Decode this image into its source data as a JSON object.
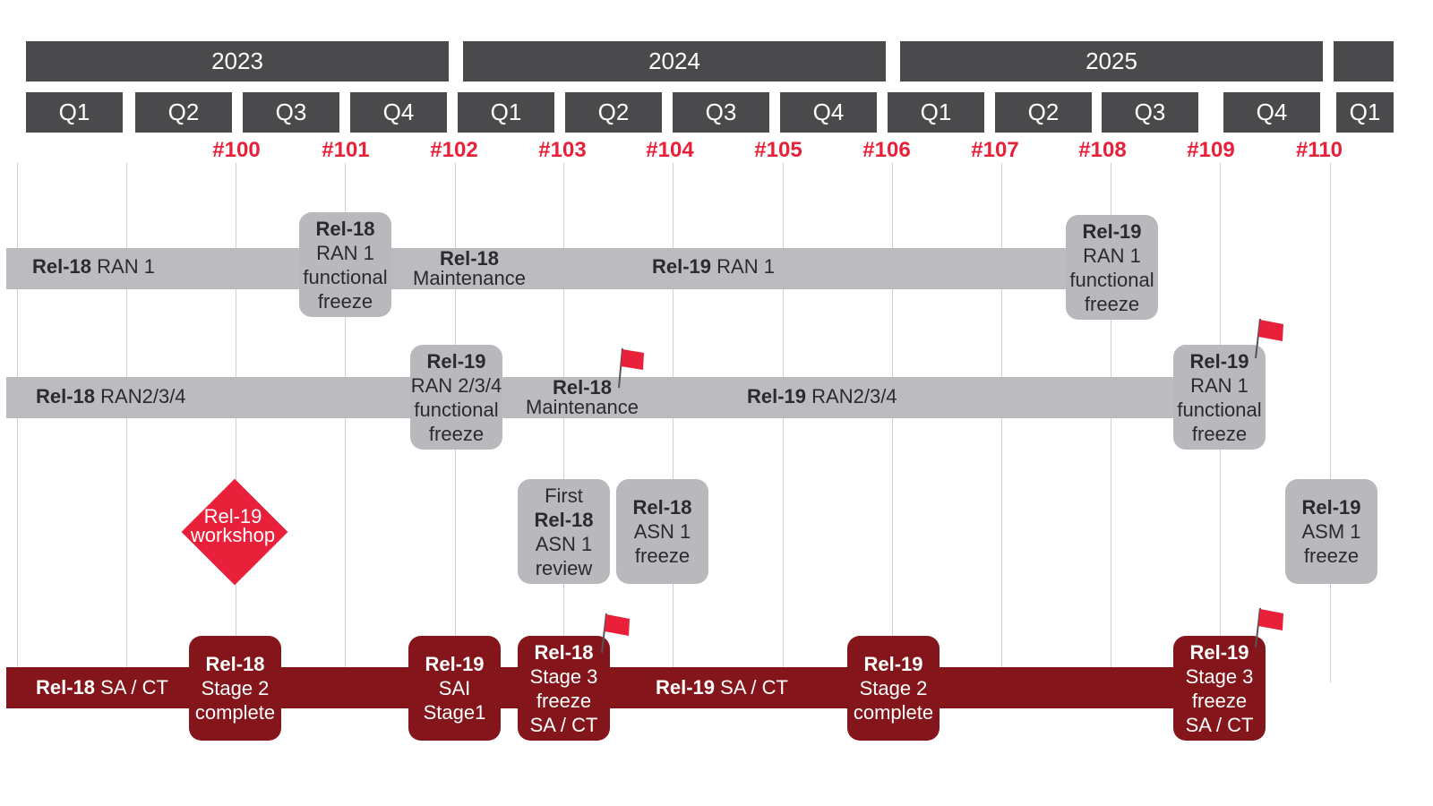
{
  "colors": {
    "header": "#4a4a4c",
    "meeting": "#e8203a",
    "grey_bar": "#bcbcc0",
    "red_bar": "#84161b",
    "flag": "#e8203a"
  },
  "years": [
    "2023",
    "2024",
    "2025"
  ],
  "quarters": [
    "Q1",
    "Q2",
    "Q3",
    "Q4",
    "Q1",
    "Q2",
    "Q3",
    "Q4",
    "Q1",
    "Q2",
    "Q3",
    "Q4",
    "Q1"
  ],
  "meetings": [
    "#100",
    "#101",
    "#102",
    "#103",
    "#104",
    "#105",
    "#106",
    "#107",
    "#108",
    "#109",
    "#110"
  ],
  "ran1": {
    "left_bold": "Rel-18",
    "left_rest": " RAN 1",
    "freeze18": {
      "l1": "Rel-18",
      "l2": "RAN 1",
      "l3": "functional",
      "l4": "freeze"
    },
    "maint": {
      "l1": "Rel-18",
      "l2": "Maintenance"
    },
    "mid_bold": "Rel-19",
    "mid_rest": " RAN 1",
    "freeze19": {
      "l1": "Rel-19",
      "l2": "RAN 1",
      "l3": "functional",
      "l4": "freeze"
    }
  },
  "ran234": {
    "left_bold": "Rel-18",
    "left_rest": " RAN2/3/4",
    "freeze19": {
      "l1": "Rel-19",
      "l2": "RAN 2/3/4",
      "l3": "functional",
      "l4": "freeze"
    },
    "maint": {
      "l1": "Rel-18",
      "l2": "Maintenance"
    },
    "mid_bold": "Rel-19",
    "mid_rest": " RAN2/3/4",
    "freeze19b": {
      "l1": "Rel-19",
      "l2": "RAN 1",
      "l3": "functional",
      "l4": "freeze"
    }
  },
  "asn": {
    "first_review": {
      "l1": "First",
      "l2": "Rel-18",
      "l3": "ASN 1",
      "l4": "review"
    },
    "rel18_freeze": {
      "l1": "Rel-18",
      "l2": "ASN 1",
      "l3": "freeze"
    },
    "rel19_freeze": {
      "l1": "Rel-19",
      "l2": "ASM 1",
      "l3": "freeze"
    }
  },
  "workshop": {
    "l1": "Rel-19",
    "l2": "workshop"
  },
  "sact": {
    "left_bold": "Rel-18",
    "left_rest": " SA / CT",
    "stage2": {
      "l1": "Rel-18",
      "l2": "Stage 2",
      "l3": "complete"
    },
    "sai": {
      "l1": "Rel-19",
      "l2": "SAI",
      "l3": "Stage1"
    },
    "stage3": {
      "l1": "Rel-18",
      "l2": "Stage 3",
      "l3": "freeze",
      "l4": "SA / CT"
    },
    "mid_bold": "Rel-19",
    "mid_rest": " SA / CT",
    "stage2_19": {
      "l1": "Rel-19",
      "l2": "Stage 2",
      "l3": "complete"
    },
    "stage3_19": {
      "l1": "Rel-19",
      "l2": "Stage 3",
      "l3": "freeze",
      "l4": "SA / CT"
    }
  }
}
